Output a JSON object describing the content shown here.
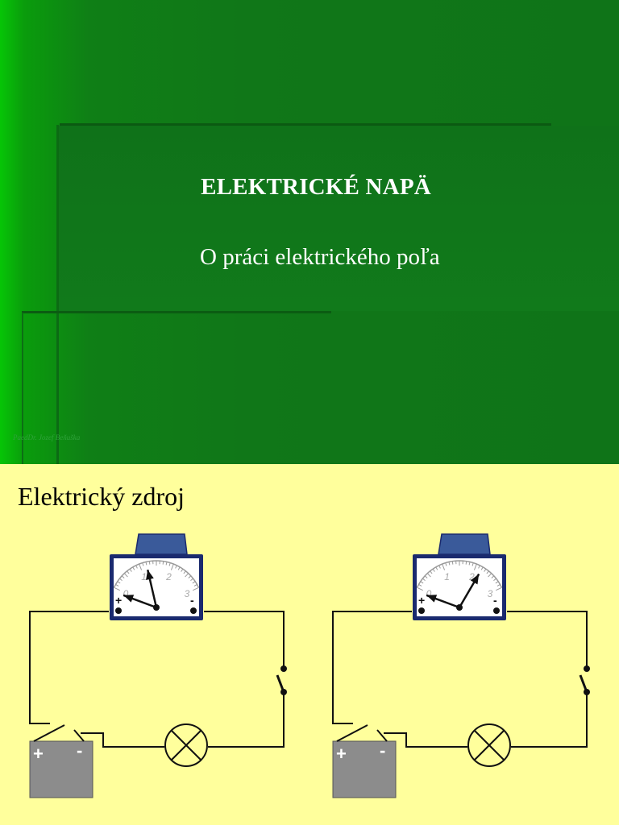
{
  "slide1": {
    "title": "ELEKTRICKÉ NAPÄ",
    "subtitle": "O práci elektrického poľa",
    "author": "PaedDr. Jozef Beňuška"
  },
  "slide2": {
    "heading": "Elektrický zdroj",
    "meter_scale": [
      "0",
      "1",
      "2",
      "3"
    ],
    "meter_plus": "+",
    "meter_minus": "-",
    "battery_plus": "+",
    "battery_minus": "-",
    "circuits": [
      {
        "needle_reading": 1.2
      },
      {
        "needle_reading": 2.2
      }
    ]
  },
  "colors": {
    "slide1_bg": "#107718",
    "slide2_bg": "#ffff9c",
    "meter_frame": "#1a2a6e",
    "meter_cap": "#3a5a9a",
    "battery": "#8c8c8c"
  }
}
